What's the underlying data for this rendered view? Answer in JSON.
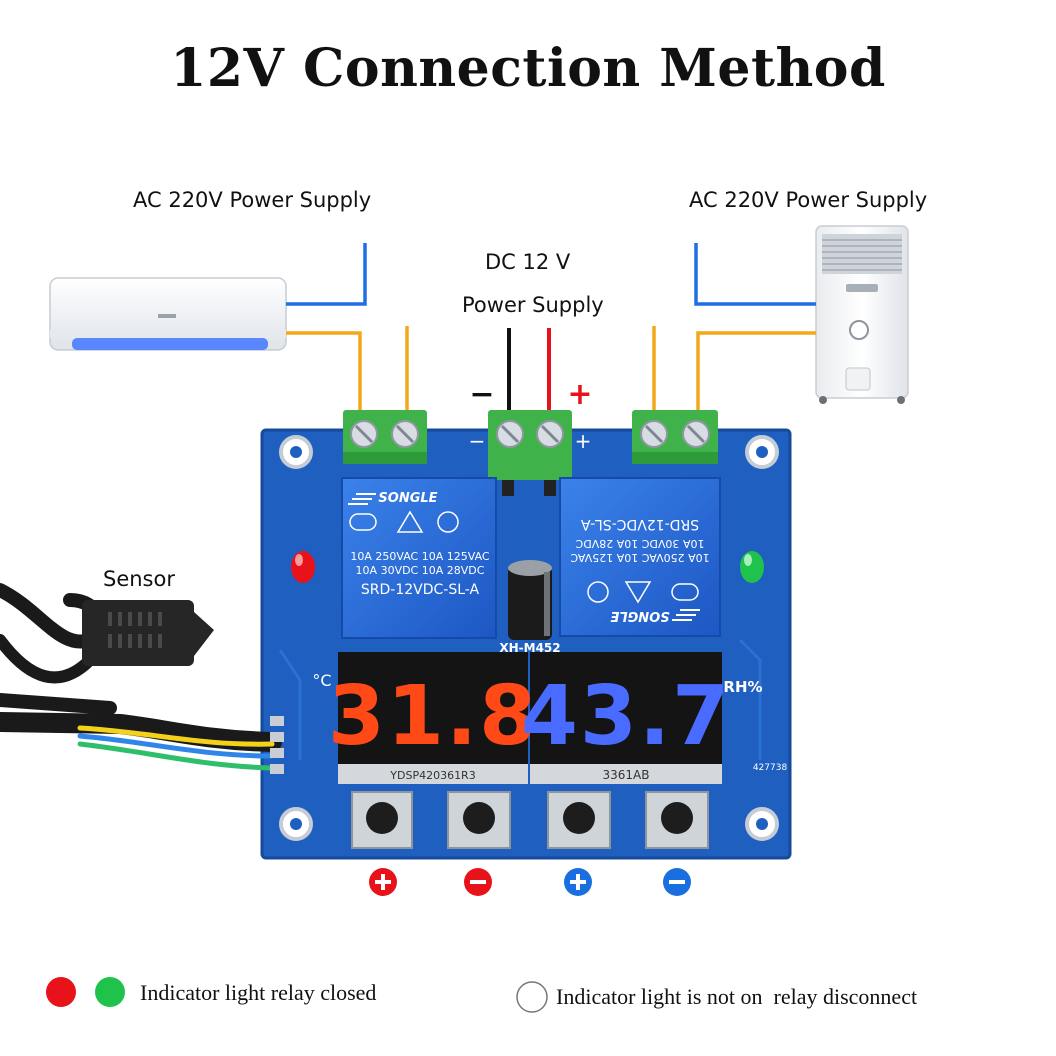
{
  "title": "12V Connection Method",
  "labels": {
    "ac_left": "AC 220V Power Supply",
    "ac_right": "AC 220V Power Supply",
    "dc_line1": "DC 12 V",
    "dc_line2": "Power Supply",
    "sensor": "Sensor",
    "minus": "−",
    "plus": "+"
  },
  "board": {
    "model": "XH-M452",
    "temperature_display": "31.8",
    "humidity_display": "43.7",
    "temperature_unit": "°C",
    "humidity_unit": "RH%",
    "left_relay": {
      "brand": "SONGLE",
      "ratings": [
        "10A 250VAC 10A 125VAC",
        "10A 30VDC 10A 28VDC"
      ],
      "model": "SRD-12VDC-SL-A"
    },
    "right_relay": {
      "brand": "SONGLE",
      "ratings": [
        "10A 250VAC 10A 125VAC",
        "10A 30VDC 10A 28VDC"
      ],
      "model": "SRD-12VDC-SL-A"
    },
    "left_display_code": "YDSP420361R3",
    "right_display_code": "3361AB",
    "board_code": "427738",
    "terminal_minus": "−",
    "terminal_plus": "+"
  },
  "buttons": [
    {
      "symbol": "+",
      "color": "#e8121b"
    },
    {
      "symbol": "−",
      "color": "#e8121b"
    },
    {
      "symbol": "+",
      "color": "#1a6fe0"
    },
    {
      "symbol": "−",
      "color": "#1a6fe0"
    }
  ],
  "legend": {
    "on_text": "Indicator light relay closed",
    "off_text": "Indicator light is not on  relay disconnect",
    "red": "#e8121b",
    "green": "#1fc24a"
  },
  "colors": {
    "board": "#1e5fc0",
    "wire_blue": "#1f6fe6",
    "wire_orange": "#f2a81a",
    "terminal_green": "#3fb24a",
    "relay_blue": "#2a6fd8",
    "temp_digit": "#ff4a18",
    "hum_digit": "#4a6bff"
  }
}
